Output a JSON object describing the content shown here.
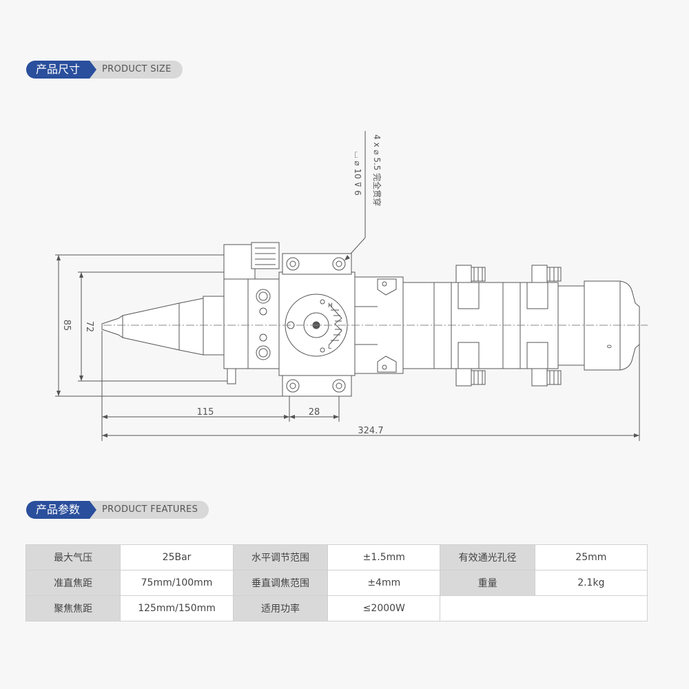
{
  "sections": {
    "size": {
      "cn": "产品尺寸",
      "en": "PRODUCT SIZE"
    },
    "features": {
      "cn": "产品参数",
      "en": "PRODUCT FEATURES"
    }
  },
  "drawing": {
    "note_line1": "4 x  ⌀ 5.5 完全贯穿",
    "note_line2": "⌴ ⌀ 10 ⊽ 6",
    "dim_85": "85",
    "dim_72": "72",
    "dim_115": "115",
    "dim_28": "28",
    "dim_total": "324.7",
    "dial_h": "H",
    "dial_l": "L",
    "small_mark": "0"
  },
  "specs": {
    "r1": {
      "l1": "最大气压",
      "v1": "25Bar",
      "l2": "水平调节范围",
      "v2": "±1.5mm",
      "l3": "有效通光孔径",
      "v3": "25mm"
    },
    "r2": {
      "l1": "准直焦距",
      "v1": "75mm/100mm",
      "l2": "垂直调焦范围",
      "v2": "±4mm",
      "l3": "重量",
      "v3": "2.1kg"
    },
    "r3": {
      "l1": "聚焦焦距",
      "v1": "125mm/150mm",
      "l2": "适用功率",
      "v2": "≤2000W"
    }
  }
}
